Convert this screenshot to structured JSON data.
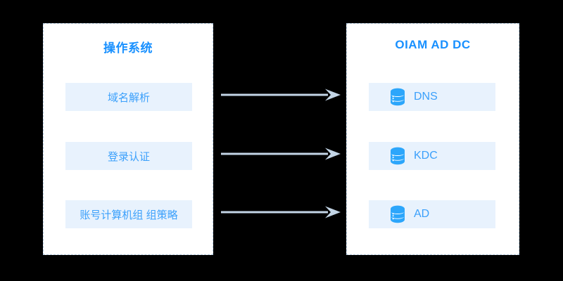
{
  "diagram": {
    "background_color": "#000000",
    "accent_color": "#1890ff",
    "chip_bg_color": "#e8f2fd",
    "chip_text_color": "#3ba0fb",
    "panel_border_color": "#b9cfe4",
    "arrow_color": "#c3d5e6",
    "panels": [
      {
        "id": "operating-system",
        "title": "操作系统",
        "items": [
          {
            "label": "域名解析",
            "icon": null
          },
          {
            "label": "登录认证",
            "icon": null
          },
          {
            "label": "账号计算机组 组策略",
            "icon": null
          }
        ]
      },
      {
        "id": "oiam-ad-dc",
        "title": "OIAM AD DC",
        "items": [
          {
            "label": "DNS",
            "icon": "database-icon"
          },
          {
            "label": "KDC",
            "icon": "database-icon"
          },
          {
            "label": "AD",
            "icon": "database-icon"
          }
        ]
      }
    ],
    "connectors": [
      {
        "from": "域名解析",
        "to": "DNS",
        "icon": "arrow-right-icon"
      },
      {
        "from": "登录认证",
        "to": "KDC",
        "icon": "arrow-right-icon"
      },
      {
        "from": "账号计算机组 组策略",
        "to": "AD",
        "icon": "arrow-right-icon"
      }
    ]
  }
}
